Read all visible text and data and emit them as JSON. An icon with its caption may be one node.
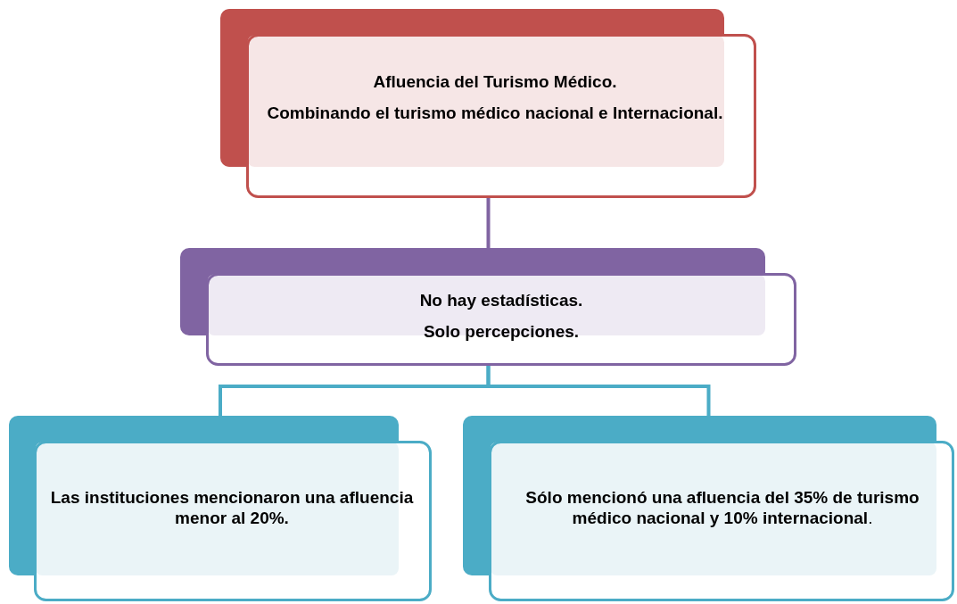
{
  "diagram": {
    "nodes": [
      {
        "text": [
          "Afluencia del Turismo Médico.",
          "Combinando el turismo médico nacional e Internacional."
        ]
      },
      {
        "text": [
          "No hay estadísticas.",
          "Solo percepciones."
        ]
      },
      {
        "text": [
          "Las instituciones mencionaron una afluencia menor al 20%."
        ]
      },
      {
        "text": [
          "**Sólo mencionó una afluencia del 35% de turismo médico nacional y 10% internacional**."
        ]
      }
    ],
    "edges": [
      {
        "from": 0,
        "to": 1,
        "arrow": "none",
        "color": "#8064a2"
      },
      {
        "from": 1,
        "to": 2,
        "arrow": "none",
        "color": "#4bacc6"
      },
      {
        "from": 1,
        "to": 3,
        "arrow": "none",
        "color": "#4bacc6"
      }
    ]
  }
}
